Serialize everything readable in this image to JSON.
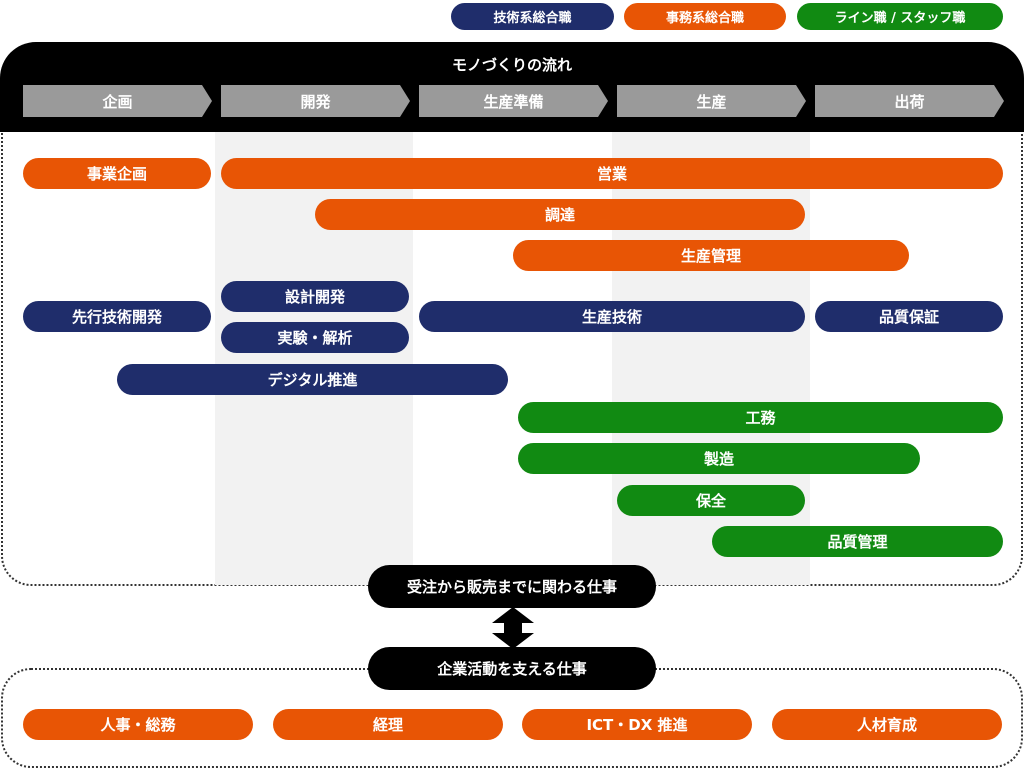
{
  "legend": [
    {
      "label": "技術系総合職",
      "color": "#1f2d6b"
    },
    {
      "label": "事務系総合職",
      "color": "#e85505"
    },
    {
      "label": "ライン職 / スタッフ職",
      "color": "#118a12"
    }
  ],
  "flow": {
    "title": "モノづくりの流れ",
    "stages": [
      "企画",
      "開発",
      "生産準備",
      "生産",
      "出荷"
    ]
  },
  "jobs": {
    "jigyou_kikaku": "事業企画",
    "eigyou": "営業",
    "choutatsu": "調達",
    "seisan_kanri": "生産管理",
    "sekkei_kaihatsu": "設計開発",
    "senkou_gijutsu": "先行技術開発",
    "seisan_gijutsu": "生産技術",
    "hinshitsu_hoshou": "品質保証",
    "jikken_kaiseki": "実験・解析",
    "digital": "デジタル推進",
    "koumu": "工務",
    "seizou": "製造",
    "hozen": "保全",
    "hinshitsu_kanri": "品質管理"
  },
  "sections": {
    "order_to_sales": "受注から販売までに関わる仕事",
    "support": "企業活動を支える仕事"
  },
  "support_jobs": [
    "人事・総務",
    "経理",
    "ICT・DX 推進",
    "人材育成"
  ]
}
